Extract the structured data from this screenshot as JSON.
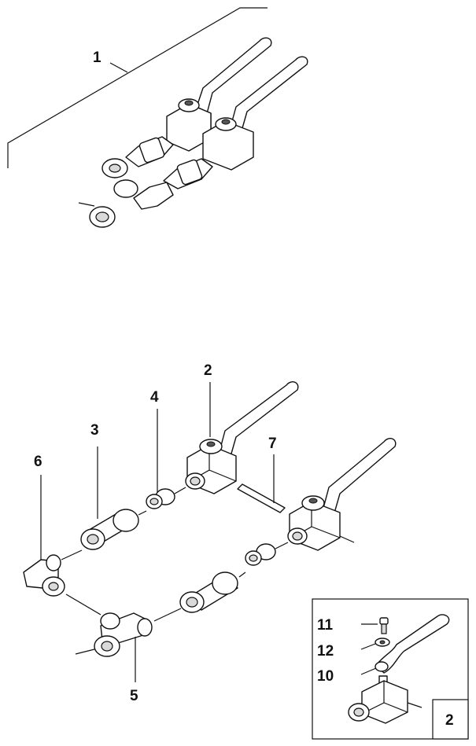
{
  "callouts": {
    "c1": "1",
    "c2": "2",
    "c3": "3",
    "c4": "4",
    "c5": "5",
    "c6": "6",
    "c7": "7",
    "c10": "10",
    "c11": "11",
    "c12": "12",
    "inset_box": "2"
  }
}
